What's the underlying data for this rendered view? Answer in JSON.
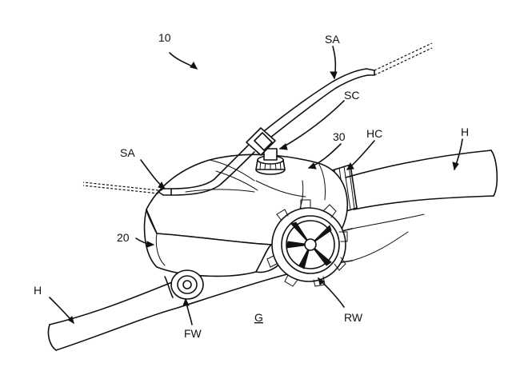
{
  "labels": {
    "ref_10": "10",
    "sa_top": "SA",
    "sc": "SC",
    "hc": "HC",
    "h_right": "H",
    "ref_30": "30",
    "sa_left": "SA",
    "ref_20": "20",
    "h_left": "H",
    "fw": "FW",
    "g": "G",
    "rw": "RW"
  },
  "colors": {
    "ink": "#111111",
    "paper": "#ffffff"
  }
}
